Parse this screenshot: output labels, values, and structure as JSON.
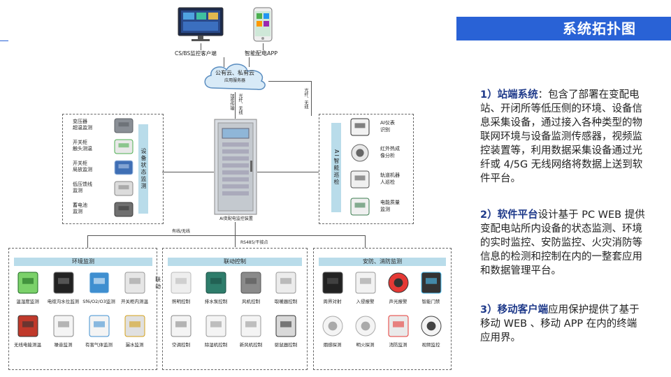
{
  "header": {
    "title": "系统拓扑图"
  },
  "top": {
    "client_label": "CS/BS监控客户端",
    "app_label": "智能配电APP",
    "cloud_line1": "公有云、私有云",
    "cloud_line2": "应用服务器",
    "link_left": "光纤、无线",
    "link_encrypt": "加密传输",
    "link_right": "光纤、无线"
  },
  "center": {
    "cabinet_label": "AI变配电监控装置",
    "bus_label": "有线/无线",
    "rs485_label": "RS485/干接点"
  },
  "left_panel": {
    "side_title": "设备状态监测",
    "items": [
      {
        "line1": "变压器",
        "line2": "超温监测",
        "icon": "transformer-icon"
      },
      {
        "line1": "开关柜",
        "line2": "触头测温",
        "icon": "switchgear-temp-icon"
      },
      {
        "line1": "开关柜",
        "line2": "局放监测",
        "icon": "partial-discharge-icon"
      },
      {
        "line1": "低压馈线",
        "line2": "监测",
        "icon": "feeder-icon"
      },
      {
        "line1": "蓄电池",
        "line2": "监测",
        "icon": "battery-icon"
      }
    ]
  },
  "right_panel": {
    "side_title": "AI智能巡检",
    "items": [
      {
        "line1": "AI仪表",
        "line2": "识别",
        "icon": "gauge-icon"
      },
      {
        "line1": "红外热成",
        "line2": "像分析",
        "icon": "infrared-camera-icon"
      },
      {
        "line1": "轨道机器",
        "line2": "人巡检",
        "icon": "rail-robot-icon"
      },
      {
        "line1": "电能质量",
        "line2": "监测",
        "icon": "power-quality-icon"
      }
    ]
  },
  "env_panel": {
    "title": "环境监测",
    "items": [
      {
        "label": "温湿度监测",
        "icon": "thermo-hygrometer-icon"
      },
      {
        "label": "电缆沟水位监测",
        "icon": "cable-sensor-icon"
      },
      {
        "label": "Sf6/O2/O3监测",
        "icon": "gas-detector-icon"
      },
      {
        "label": "开关柜内测温",
        "icon": "cabinet-temp-icon"
      },
      {
        "label": "无线电能测温",
        "icon": "wireless-sensor-icon"
      },
      {
        "label": "噪音监测",
        "icon": "noise-sensor-icon"
      },
      {
        "label": "有害气体监测",
        "icon": "harmful-gas-icon"
      },
      {
        "label": "漏水监测",
        "icon": "water-leak-icon"
      }
    ],
    "side_text": "联动"
  },
  "control_panel": {
    "title": "联动控制",
    "items": [
      {
        "label": "照明控制",
        "icon": "lighting-icon"
      },
      {
        "label": "排水泵控制",
        "icon": "pump-icon"
      },
      {
        "label": "风机控制",
        "icon": "fan-icon"
      },
      {
        "label": "取暖器控制",
        "icon": "heater-icon"
      },
      {
        "label": "空调控制",
        "icon": "air-conditioner-icon"
      },
      {
        "label": "除湿机控制",
        "icon": "dehumidifier-icon"
      },
      {
        "label": "新风机控制",
        "icon": "fresh-air-icon"
      },
      {
        "label": "驱鼠器控制",
        "icon": "rodent-repeller-icon"
      }
    ]
  },
  "security_panel": {
    "title": "安防、消防监测",
    "items": [
      {
        "label": "周界对射",
        "icon": "beam-sensor-icon"
      },
      {
        "label": "入侵报警",
        "icon": "intrusion-icon"
      },
      {
        "label": "声光报警",
        "icon": "siren-icon"
      },
      {
        "label": "智能门禁",
        "icon": "access-control-icon"
      },
      {
        "label": "烟感探测",
        "icon": "smoke-detector-icon"
      },
      {
        "label": "明火探测",
        "icon": "flame-detector-icon"
      },
      {
        "label": "消防监测",
        "icon": "fire-panel-icon"
      },
      {
        "label": "视频监控",
        "icon": "dome-camera-icon"
      }
    ]
  },
  "text": {
    "p1_head": "1）站端系统",
    "p1_body": "：包含了部署在变配电站、开闭所等低压侧的环境、设备信息采集设备，通过接入各种类型的物联网环境与设备监测传感器，视频监控装置等，利用数据采集设备通过光纤或 4/5G 无线网络将数据上送到软件平台。",
    "p2_head": "2）软件平台",
    "p2_body": "设计基于 PC WEB 提供变配电站所内设备的状态监测、环境的实时监控、安防监控、火灾消防等信息的检测和控制在内的一整套应用和数据管理平台。",
    "p3_head": "3）移动客户端",
    "p3_body": "应用保护提供了基于移动 WEB 、移动 APP 在内的终端应用界。"
  },
  "colors": {
    "title_bg": "#2962d6",
    "panel_bar": "#b9dcea",
    "heading_text": "#1f3a8a"
  }
}
